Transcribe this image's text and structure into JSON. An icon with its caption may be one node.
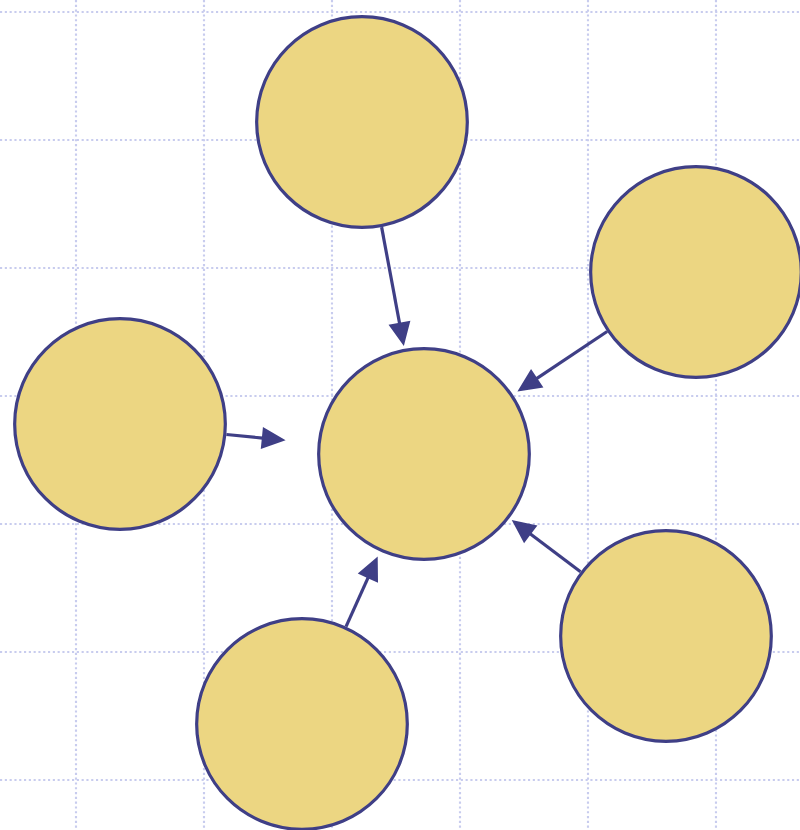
{
  "diagram": {
    "nodes": [
      {
        "text": [],
        "shape": "circle"
      },
      {
        "text": [],
        "shape": "circle"
      },
      {
        "text": [],
        "shape": "circle"
      },
      {
        "text": [],
        "shape": "circle"
      },
      {
        "text": [],
        "shape": "circle"
      },
      {
        "text": [],
        "shape": "circle"
      }
    ],
    "edges": [
      {
        "from": 0,
        "to": 3,
        "arrow": "to"
      },
      {
        "from": 1,
        "to": 3,
        "arrow": "to"
      },
      {
        "from": 2,
        "to": 3,
        "arrow": "to"
      },
      {
        "from": 4,
        "to": 3,
        "arrow": "to"
      },
      {
        "from": 5,
        "to": 3,
        "arrow": "to"
      }
    ]
  }
}
